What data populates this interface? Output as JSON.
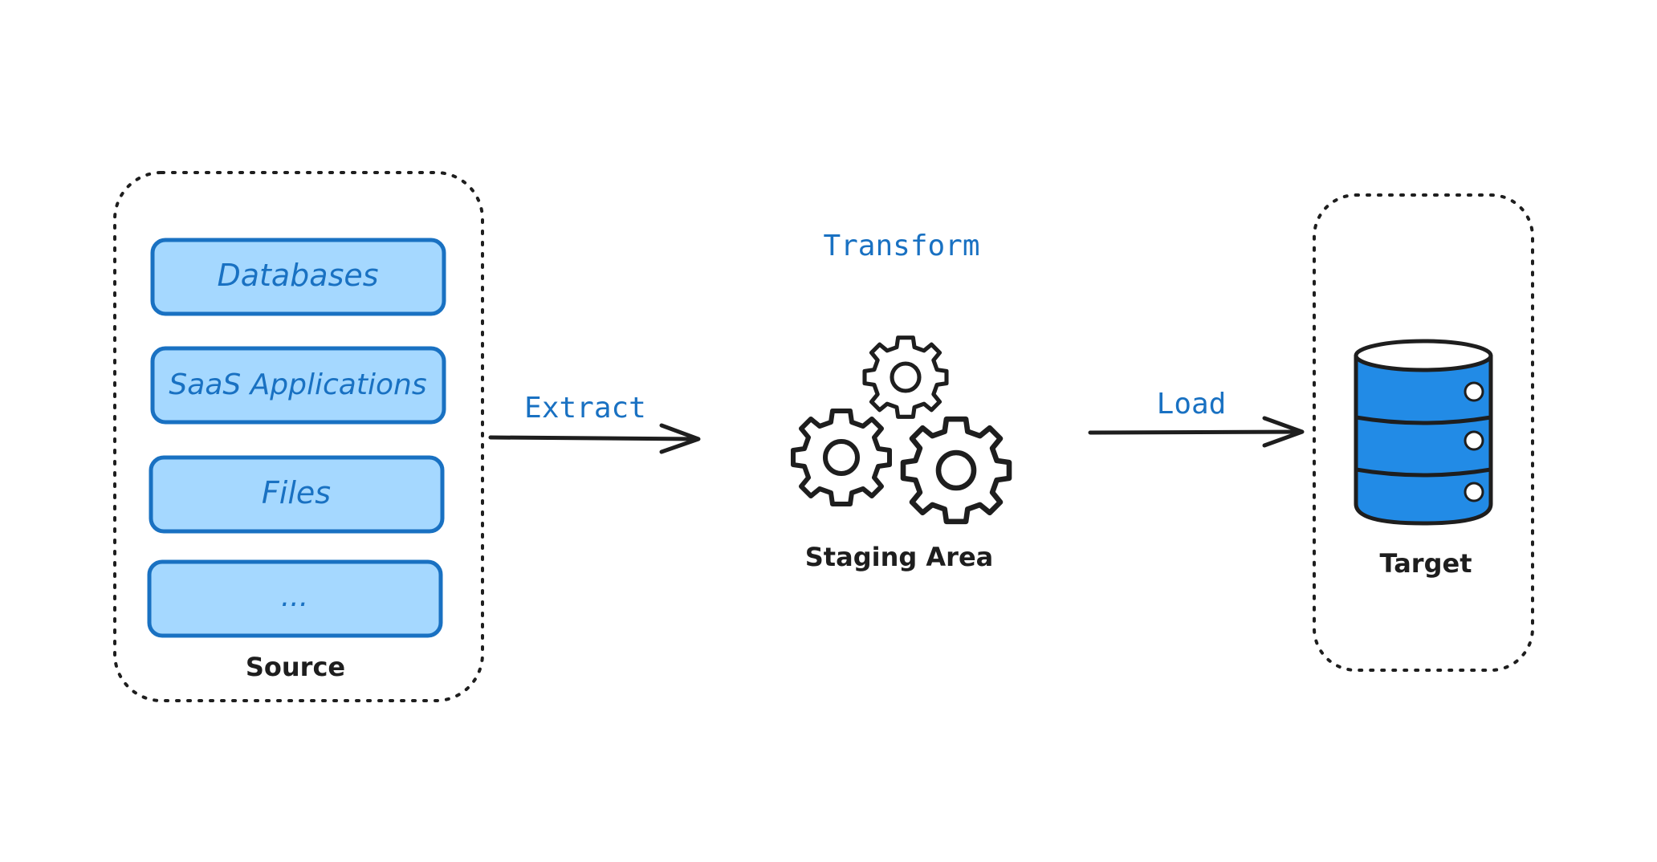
{
  "source": {
    "label": "Source",
    "items": [
      "Databases",
      "SaaS Applications",
      "Files",
      "..."
    ]
  },
  "steps": {
    "extract": "Extract",
    "transform": "Transform",
    "load": "Load"
  },
  "staging": {
    "label": "Staging Area",
    "icon": "gears-icon"
  },
  "target": {
    "label": "Target",
    "icon": "database-icon"
  },
  "colors": {
    "item_fill": "#a5d8ff",
    "item_stroke": "#1971c2",
    "step_text": "#1971c2",
    "db_fill": "#228be6",
    "ink": "#1e1e1e"
  }
}
